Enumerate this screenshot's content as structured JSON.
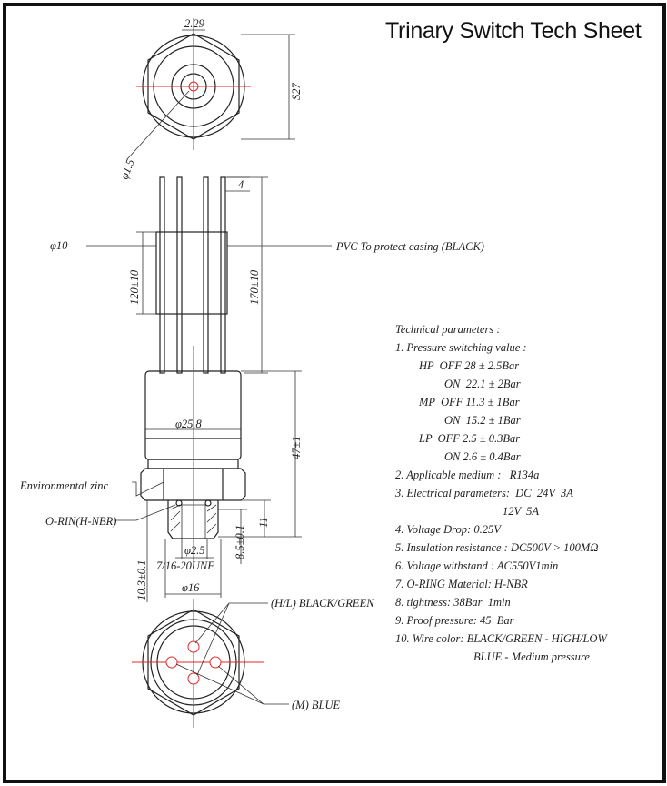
{
  "title": "Trinary Switch Tech Sheet",
  "drawing": {
    "dim_top": "2.29",
    "dim_hex": "S27",
    "dim_hole": "φ1.5",
    "dim_pin": "4",
    "dim_casing_dia": "φ10",
    "pvc_label": "PVC  To protect casing (BLACK)",
    "dim_casing_len": "120±10",
    "dim_wire_len": "170±10",
    "dim_body_dia": "φ25.8",
    "dim_body_len": "47±1",
    "zinc_label": "Environmental zinc",
    "oring_label": "O-RIN(H-NBR)",
    "dim_11": "11",
    "dim_85": "8.5±0.1",
    "dim_103": "10.3±0.1",
    "dim_port": "φ2.5",
    "dim_thread": "7/16-20UNF",
    "dim_16": "φ16",
    "hl_label": "(H/L) BLACK/GREEN",
    "m_label": "(M) BLUE"
  },
  "colors": {
    "centerline": "#e0292a",
    "line": "#222222"
  },
  "params": [
    "Technical parameters :",
    "1. Pressure switching value :",
    "HP  OFF 28 ± 2.5Bar",
    "ON  22.1 ± 2Bar",
    "MP  OFF 11.3 ± 1Bar",
    "ON  15.2 ± 1Bar",
    "LP  OFF 2.5 ± 0.3Bar",
    "ON 2.6 ± 0.4Bar",
    "2. Applicable medium :   R134a",
    "3. Electrical parameters:  DC  24V  3A",
    "12V  5A",
    "4. Voltage Drop: 0.25V",
    "5. Insulation resistance : DC500V > 100MΩ",
    "6. Voltage withstand : AC550V1min",
    "7. O-RING Material: H-NBR",
    "8. tightness: 38Bar  1min",
    "9. Proof pressure: 45  Bar",
    "10. Wire color: BLACK/GREEN - HIGH/LOW",
    "BLUE - Medium pressure"
  ]
}
